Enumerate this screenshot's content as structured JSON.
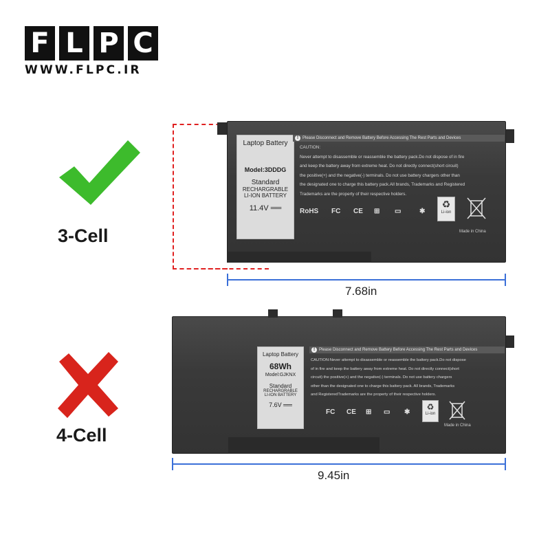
{
  "logo": {
    "letters": [
      "F",
      "L",
      "P",
      "C"
    ],
    "url": "WWW.FLPC.IR"
  },
  "top": {
    "status": "check",
    "status_color": "#3dbb2c",
    "cell_label": "3-Cell",
    "dimension": "7.68in",
    "white_label": {
      "title": "Laptop Battery",
      "model": "Model:3DDDG",
      "standard": "Standard",
      "line1": "RECHARGRABLE",
      "line2": "LI-ION BATTERY",
      "voltage": "11.4V ══"
    },
    "warning": "Please Disconnect and Remove Battery Before Accessing The Rest Parts and Devices",
    "caution_title": "CAUTION:",
    "caution_lines": [
      "Never attempt to disassemble or reassemble the battery pack.Do not dispose of in fire",
      "and keep the battery away from extreme heat. Do not directly connect(short circuit)",
      "the positive(+) and the negative(-) terminals. Do not use battery chargers other than",
      "the designated one to charge this battery pack.All brands, Trademarks and Registered",
      "Trademarks are the property of their respective holders."
    ],
    "certs": [
      "RoHS",
      "FC",
      "CE",
      "⊞",
      "▭",
      "✱"
    ],
    "recycle": "Li-ion",
    "made": "Made in China"
  },
  "bottom": {
    "status": "cross",
    "status_color": "#d8241c",
    "cell_label": "4-Cell",
    "dimension": "9.45in",
    "white_label": {
      "title": "Laptop Battery",
      "capacity": "68Wh",
      "model": "Model:GJKNX",
      "standard": "Standard",
      "line1": "RECHARGRABLE",
      "line2": "LI-ION BATTERY",
      "voltage": "7.6V ══"
    },
    "warning": "Please Disconnect and Remove Battery Before Accessing The Rest Parts and Devices",
    "caution_lines": [
      "CAUTION:Never attempt to disassemble or reassemble the battery pack.Do not dispose",
      "of in fire and keep the battery away from extreme heat. Do not directly connect(short",
      "circuit) the positive(+) and the negative(-) terminals. Do not use battery chargers",
      "other than the designated one to charge this battery pack. All brands, Trademarks",
      "and RegisteredTrademarks are the property of their respective holders."
    ],
    "certs": [
      "FC",
      "CE",
      "⊞",
      "▭",
      "✱"
    ],
    "recycle": "Li-ion",
    "made": "Made in China"
  },
  "colors": {
    "dimension_line": "#3a6fd8",
    "dashed_outline": "#e02020"
  }
}
